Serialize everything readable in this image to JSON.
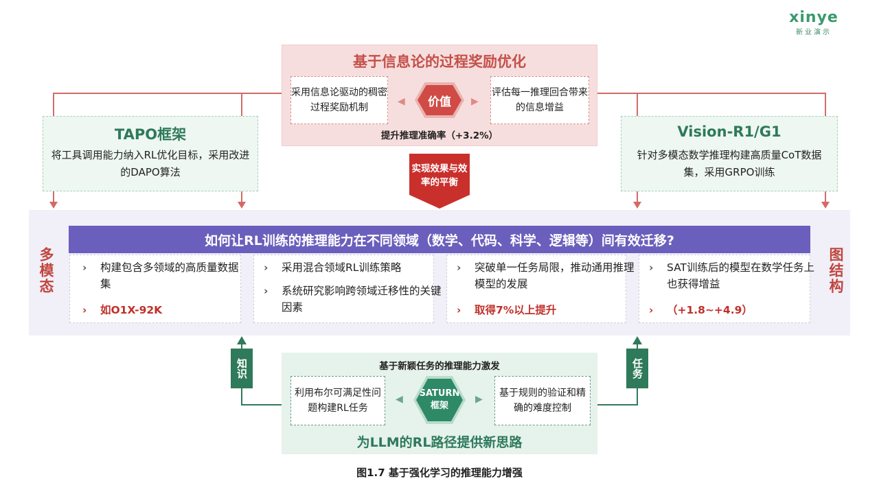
{
  "logo": {
    "text": "xinye",
    "sub": "新业演示"
  },
  "top": {
    "title": "基于信息论的过程奖励优化",
    "left_box": "采用信息论驱动的稠密过程奖励机制",
    "center": "价值",
    "right_box": "评估每一推理回合带来的信息增益",
    "note": "提升推理准确率（+3.2%）"
  },
  "down_arrow": "实现效果与效率的平衡",
  "left_panel": {
    "title": "TAPO框架",
    "text": "将工具调用能力纳入RL优化目标，采用改进的DAPO算法"
  },
  "right_panel": {
    "title": "Vision-R1/G1",
    "text": "针对多模态数学推理构建高质量CoT数据集，采用GRPO训练"
  },
  "question": "如何让RL训练的推理能力在不同领域（数学、代码、科学、逻辑等）间有效迁移?",
  "side_left": "多模态",
  "side_right": "图结构",
  "cards": [
    {
      "items": [
        {
          "text": "构建包含多领域的高质量数据集",
          "highlight": false
        },
        {
          "text": "如O1X-92K",
          "highlight": true
        }
      ]
    },
    {
      "items": [
        {
          "text": "采用混合领域RL训练策略",
          "highlight": false
        },
        {
          "text": "系统研究影响跨领域迁移性的关键因素",
          "highlight": false
        }
      ]
    },
    {
      "items": [
        {
          "text": "突破单一任务局限，推动通用推理模型的发展",
          "highlight": false
        },
        {
          "text": "取得7%以上提升",
          "highlight": true
        }
      ]
    },
    {
      "items": [
        {
          "text": "SAT训练后的模型在数学任务上也获得增益",
          "highlight": false
        },
        {
          "text": "（+1.8~+4.9）",
          "highlight": true
        }
      ]
    }
  ],
  "bottom": {
    "note": "基于新颖任务的推理能力激发",
    "left_box": "利用布尔可满足性问题构建RL任务",
    "center": "SATURN框架",
    "right_box": "基于规则的验证和精确的难度控制",
    "title": "为LLM的RL路径提供新思路"
  },
  "tag_left": "知识",
  "tag_right": "任务",
  "caption": "图1.7 基于强化学习的推理能力增强",
  "colors": {
    "red": "#c4504a",
    "green": "#2e7a5a",
    "purple": "#6a5fbc"
  }
}
